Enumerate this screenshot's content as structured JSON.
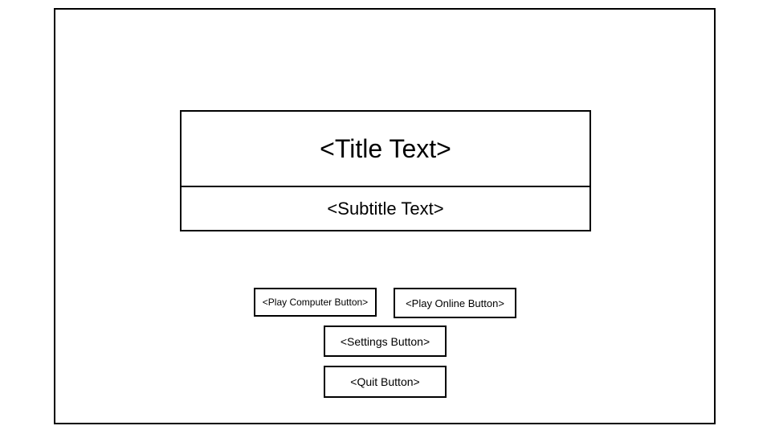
{
  "header": {
    "title": "<Title Text>",
    "subtitle": "<Subtitle Text>"
  },
  "menu": {
    "play_computer_label": "<Play Computer Button>",
    "play_online_label": "<Play Online Button>",
    "settings_label": "<Settings Button>",
    "quit_label": "<Quit Button>"
  },
  "colors": {
    "border": "#000000",
    "background": "#ffffff"
  }
}
